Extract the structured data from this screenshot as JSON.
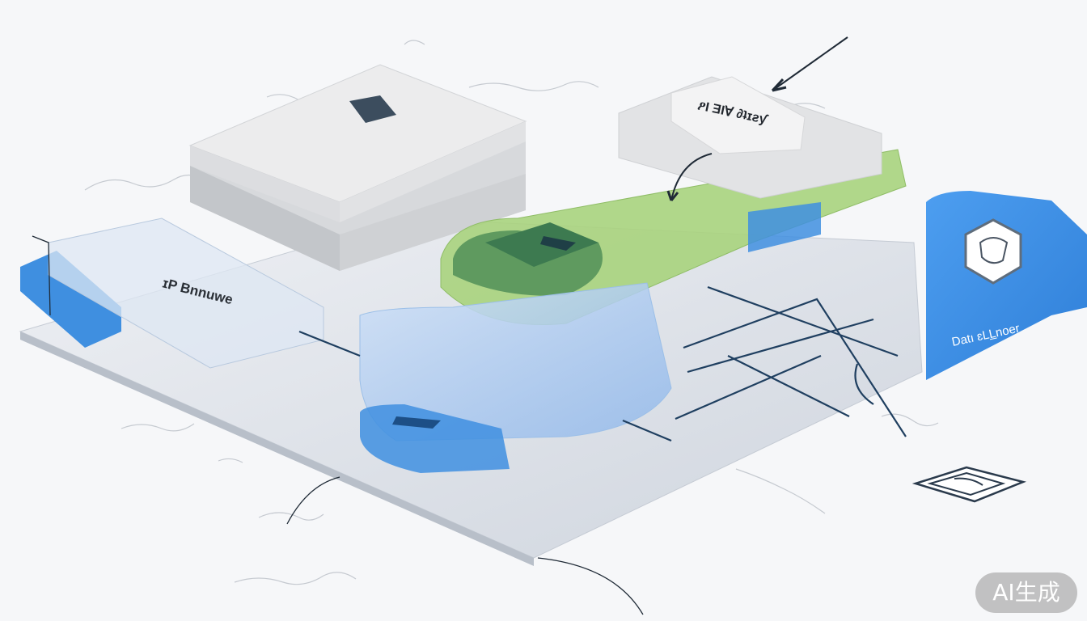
{
  "labels": {
    "top_right_block": "ዖI ƎI∀ ∂ʇɪƨƴ",
    "left_strip": "ɪP  Bnnuwe",
    "right_panel": "Datı ɛLL̲noer"
  },
  "watermark": "AI生成",
  "colors": {
    "platform": "#d9dde4",
    "gray_block": "#e4e5e7",
    "green": "#a9d37d",
    "green_dark": "#5f9a5f",
    "blue": "#3f8fe0",
    "blue_light": "#a9c9f0",
    "line_dark": "#1f3f60"
  },
  "icons": [
    "crate-icon",
    "hexagon-badge-icon",
    "document-stack-icon"
  ]
}
